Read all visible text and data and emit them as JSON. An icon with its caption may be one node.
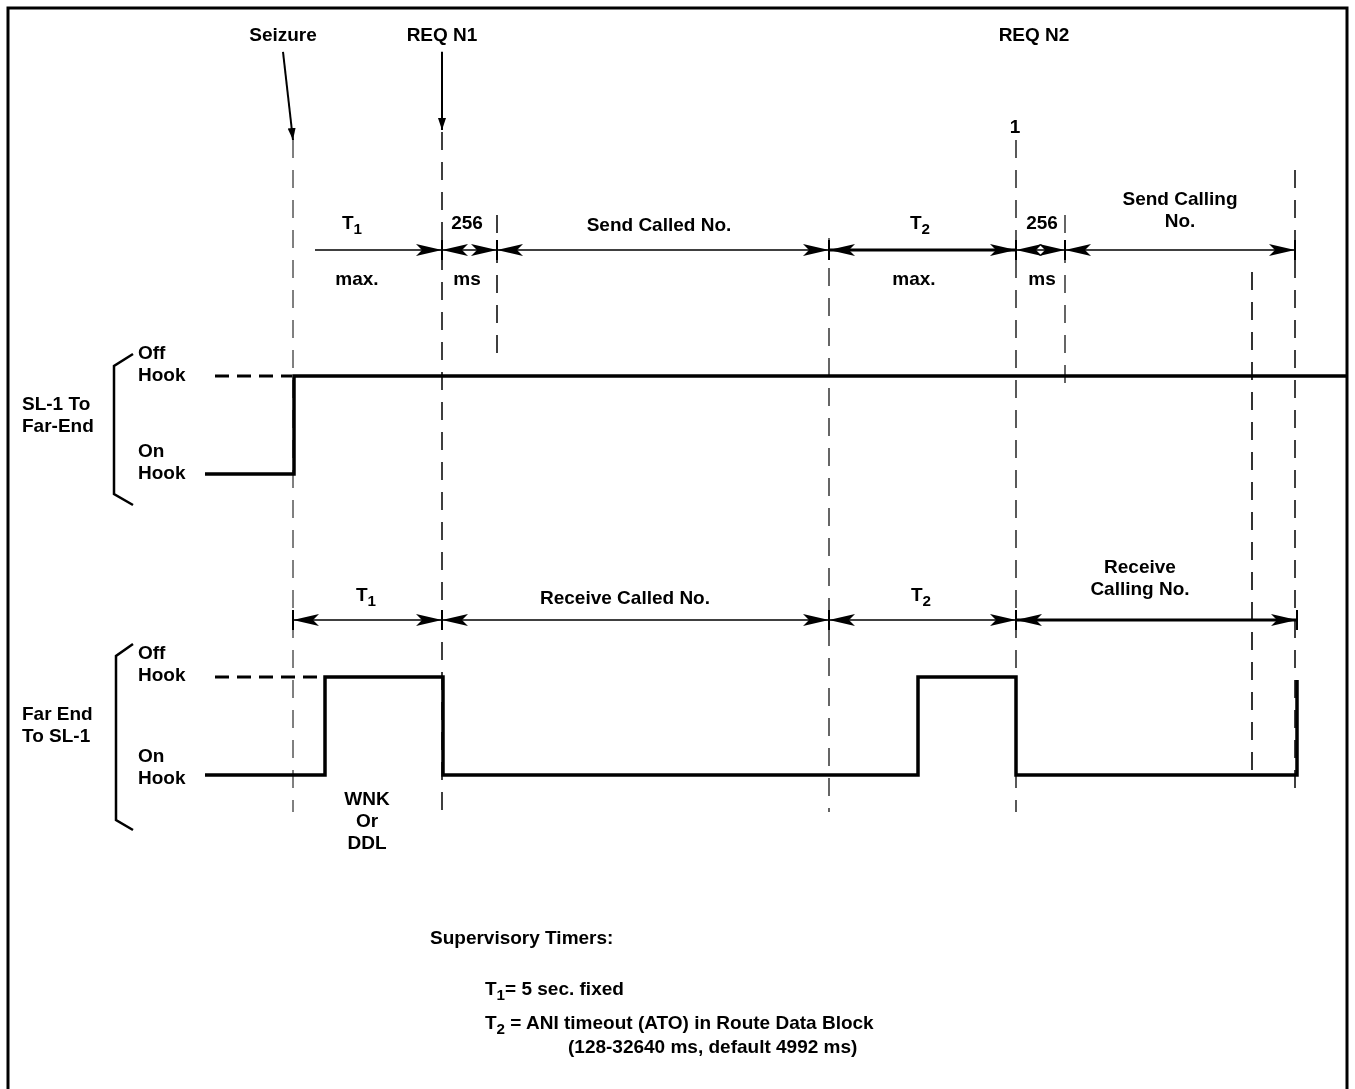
{
  "diagram": {
    "nodes": [
      {
        "text": [
          "Seizure"
        ]
      },
      {
        "text": [
          "REQ N1"
        ]
      }
    ],
    "edges": [
      {
        "from": 0,
        "to": null,
        "arrow": "to"
      },
      {
        "from": 1,
        "to": null,
        "arrow": "to"
      }
    ],
    "labels": [
      "REQ N2",
      "1",
      "T$_{1}$",
      "max.",
      "256",
      "ms",
      "Send Called No.",
      "T$_{2}$",
      "max.",
      "256",
      "ms",
      "Send Calling No.",
      "Off Hook",
      "On Hook",
      "SL-1 To Far-End",
      "T$_{1}$",
      "Receive Called No.",
      "T$_{2}$",
      "Receive Calling No.",
      "Off Hook",
      "Far End To SL-1",
      "On Hook",
      "WNK Or DDL",
      "Supervisory Timers:",
      "T$_{1}$= 5 sec. fixed",
      "T$_{2}$ = ANI timeout (ATO) in Route Data Block",
      "(128-32640 ms, default 4992 ms)"
    ]
  }
}
